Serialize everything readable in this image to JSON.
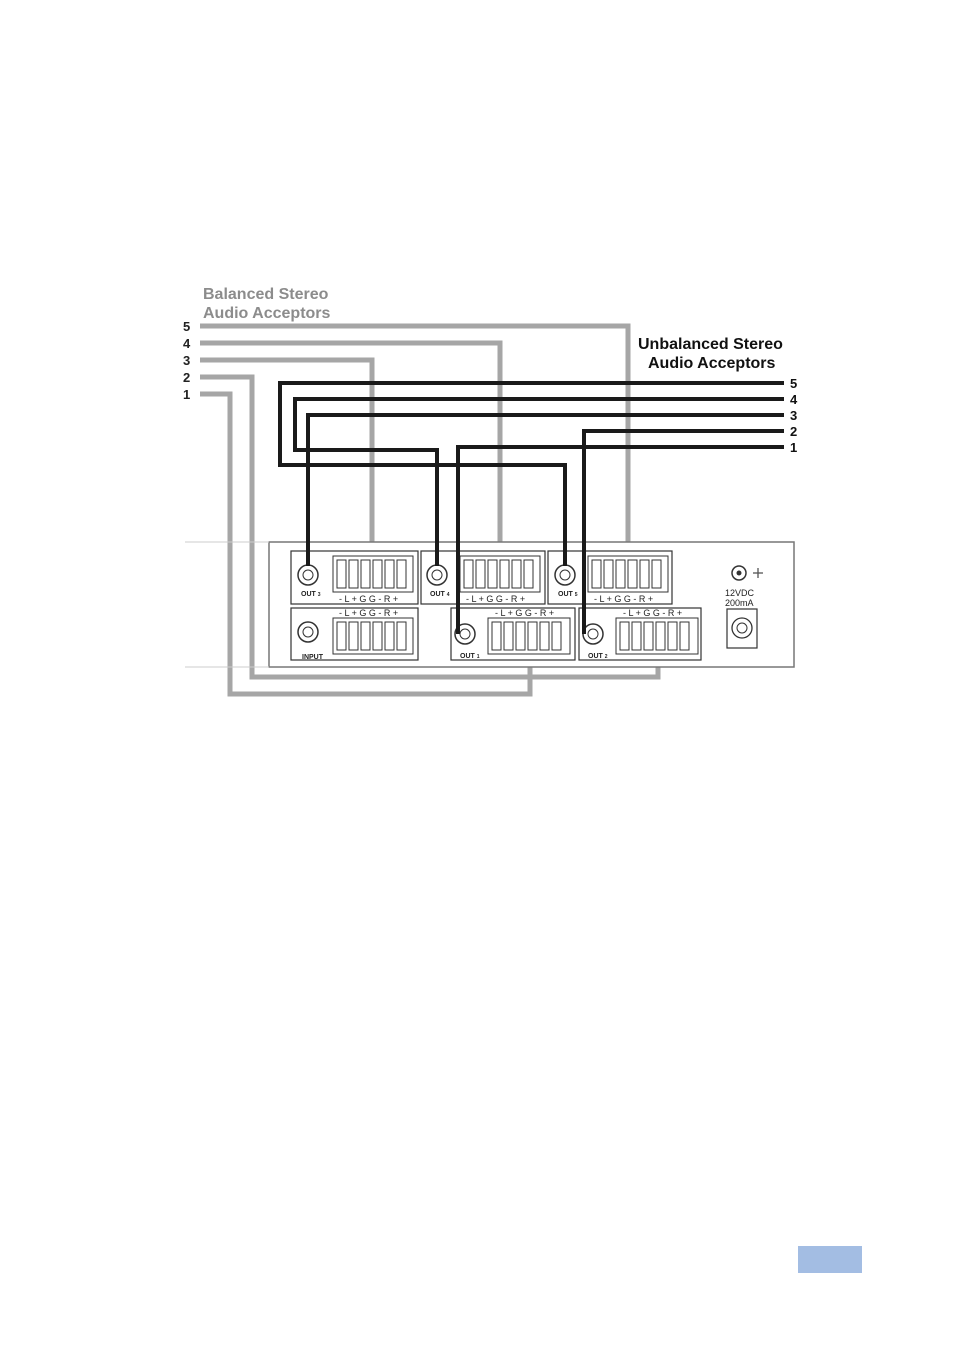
{
  "balanced_group": {
    "title_line1": "Balanced Stereo",
    "title_line2": "Audio Acceptors",
    "numbers": [
      "5",
      "4",
      "3",
      "2",
      "1"
    ]
  },
  "unbalanced_group": {
    "title_line1": "Unbalanced Stereo",
    "title_line2": "Audio Acceptors",
    "numbers": [
      "5",
      "4",
      "3",
      "2",
      "1"
    ]
  },
  "device": {
    "modules": [
      {
        "jack_label": "OUT",
        "jack_sub": "3",
        "pin_label": "- L + G G - R +"
      },
      {
        "jack_label": "OUT",
        "jack_sub": "4",
        "pin_label": "- L + G G - R +"
      },
      {
        "jack_label": "OUT",
        "jack_sub": "5",
        "pin_label": "- L + G G - R +"
      },
      {
        "jack_label": "INPUT",
        "jack_sub": "",
        "pin_label": "- L + G G - R +"
      },
      {
        "jack_label": "OUT",
        "jack_sub": "1",
        "pin_label": "- L + G G - R +"
      },
      {
        "jack_label": "OUT",
        "jack_sub": "2",
        "pin_label": "- L + G G - R +"
      }
    ],
    "power_symbol": "⊖ ⊕",
    "power_line1": "12VDC",
    "power_line2": "200mA"
  },
  "colors": {
    "balanced_cable": "#a6a6a6",
    "unbalanced_cable": "#1a1a1a",
    "balanced_text": "#8c8c8c",
    "page_tab": "#a3bde3"
  }
}
